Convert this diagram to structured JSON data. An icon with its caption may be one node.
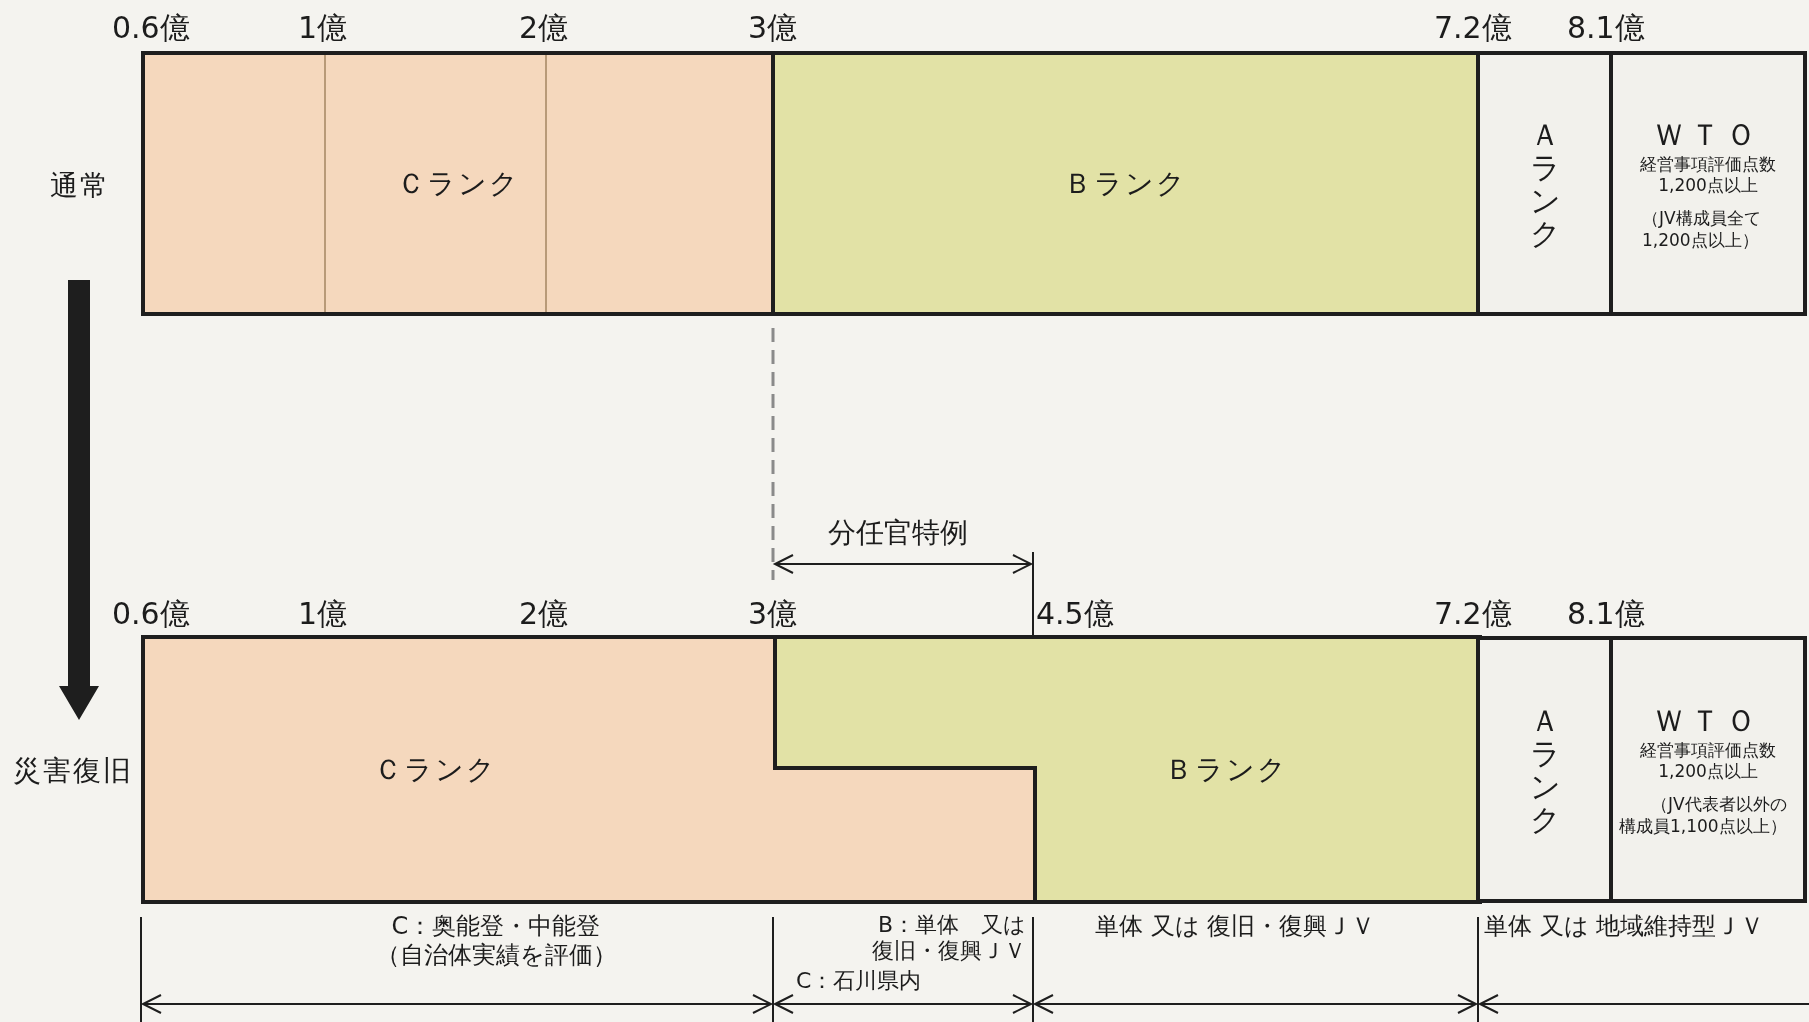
{
  "diagram": {
    "nodes": [
      {
        "text": [
          "通常"
        ]
      },
      {
        "text": [
          "災害復旧"
        ]
      },
      {
        "text": [
          "Ｃランク"
        ]
      },
      {
        "text": [
          "Ｂランク"
        ]
      },
      {
        "text": [
          "Ａランク"
        ]
      },
      {
        "text": [
          "ＷＴＯ",
          "経営事項評価点数1,200点以上",
          "（JV構成員全て1,200点以上）"
        ]
      },
      {
        "text": [
          "Ｃランク"
        ]
      },
      {
        "text": [
          "Ｂランク"
        ]
      },
      {
        "text": [
          "Ａランク"
        ]
      },
      {
        "text": [
          "ＷＴＯ",
          "経営事項評価点数1,200点以上",
          "（JV代表者以外の構成員1,100点以上）"
        ]
      }
    ],
    "edges": [
      {
        "from": 0,
        "to": 1,
        "arrow": "to",
        "style": "thick"
      }
    ],
    "labels": [
      "0.6億",
      "1億",
      "2億",
      "3億",
      "7.2億",
      "8.1億",
      "分任官特例",
      "0.6億",
      "1億",
      "2億",
      "3億",
      "4.5億",
      "7.2億",
      "8.1億",
      "C：奥能登・中能登（自治体実績を評価）",
      "B：単体　又は復旧・復興ＪＶ",
      "C：石川県内",
      "単体 又は 復旧・復興ＪＶ",
      "単体 又は 地域維持型ＪＶ"
    ]
  }
}
